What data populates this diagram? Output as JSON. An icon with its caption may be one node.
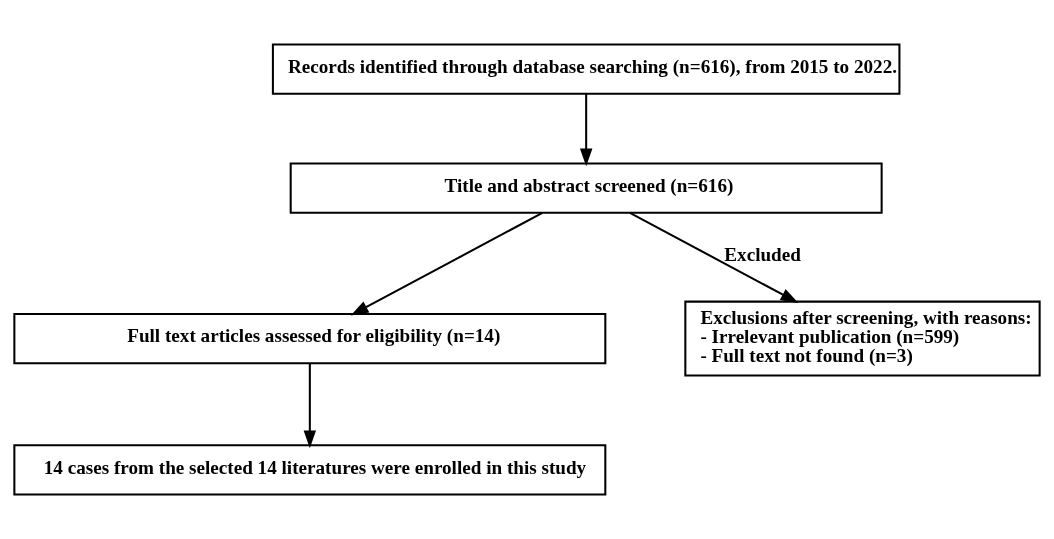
{
  "diagram": {
    "nodes": [
      {
        "text": [
          "Records identified through database searching (n=616), from 2015 to 2022."
        ]
      },
      {
        "text": [
          "Title and abstract screened (n=616)"
        ]
      },
      {
        "text": [
          "Full text articles assessed for eligibility (n=14)"
        ]
      },
      {
        "text": [
          "Exclusions after screening, with reasons:",
          "- Irrelevant publication (n=599)",
          "- Full text not found (n=3)"
        ]
      },
      {
        "text": [
          "14 cases from the selected 14 literatures were enrolled in this study"
        ]
      }
    ],
    "edges": [
      {
        "from": 0,
        "to": 1,
        "arrow": "to"
      },
      {
        "from": 1,
        "to": 2,
        "arrow": "to"
      },
      {
        "from": 1,
        "to": 3,
        "arrow": "to",
        "label": "Excluded"
      },
      {
        "from": 2,
        "to": 4,
        "arrow": "to"
      }
    ]
  }
}
